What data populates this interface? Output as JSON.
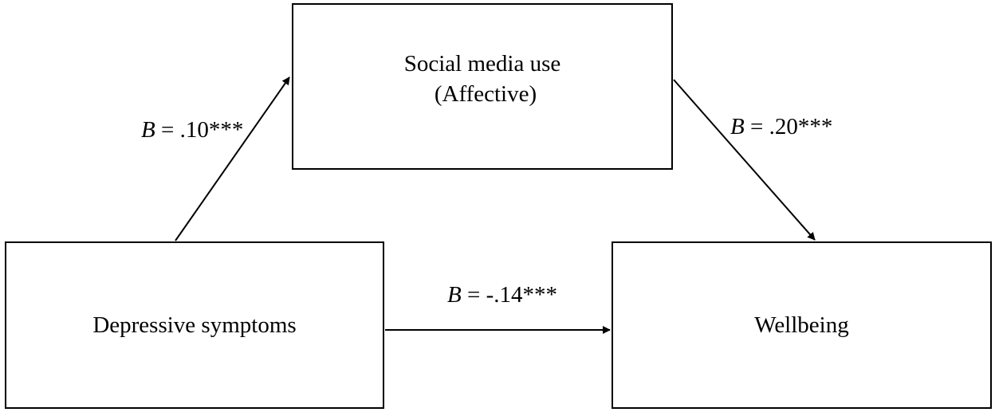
{
  "nodes": {
    "mediator": {
      "line1": "Social media use",
      "line2": "(Affective)"
    },
    "predictor": {
      "label": "Depressive symptoms"
    },
    "outcome": {
      "label": "Wellbeing"
    }
  },
  "paths": {
    "a": {
      "coef_symbol": "B",
      "coef_value": " = .10***"
    },
    "b": {
      "coef_symbol": "B",
      "coef_value": " = .20***"
    },
    "c": {
      "coef_symbol": "B",
      "coef_value": " = -.14***"
    }
  },
  "colors": {
    "stroke": "#000000",
    "background": "#ffffff"
  }
}
